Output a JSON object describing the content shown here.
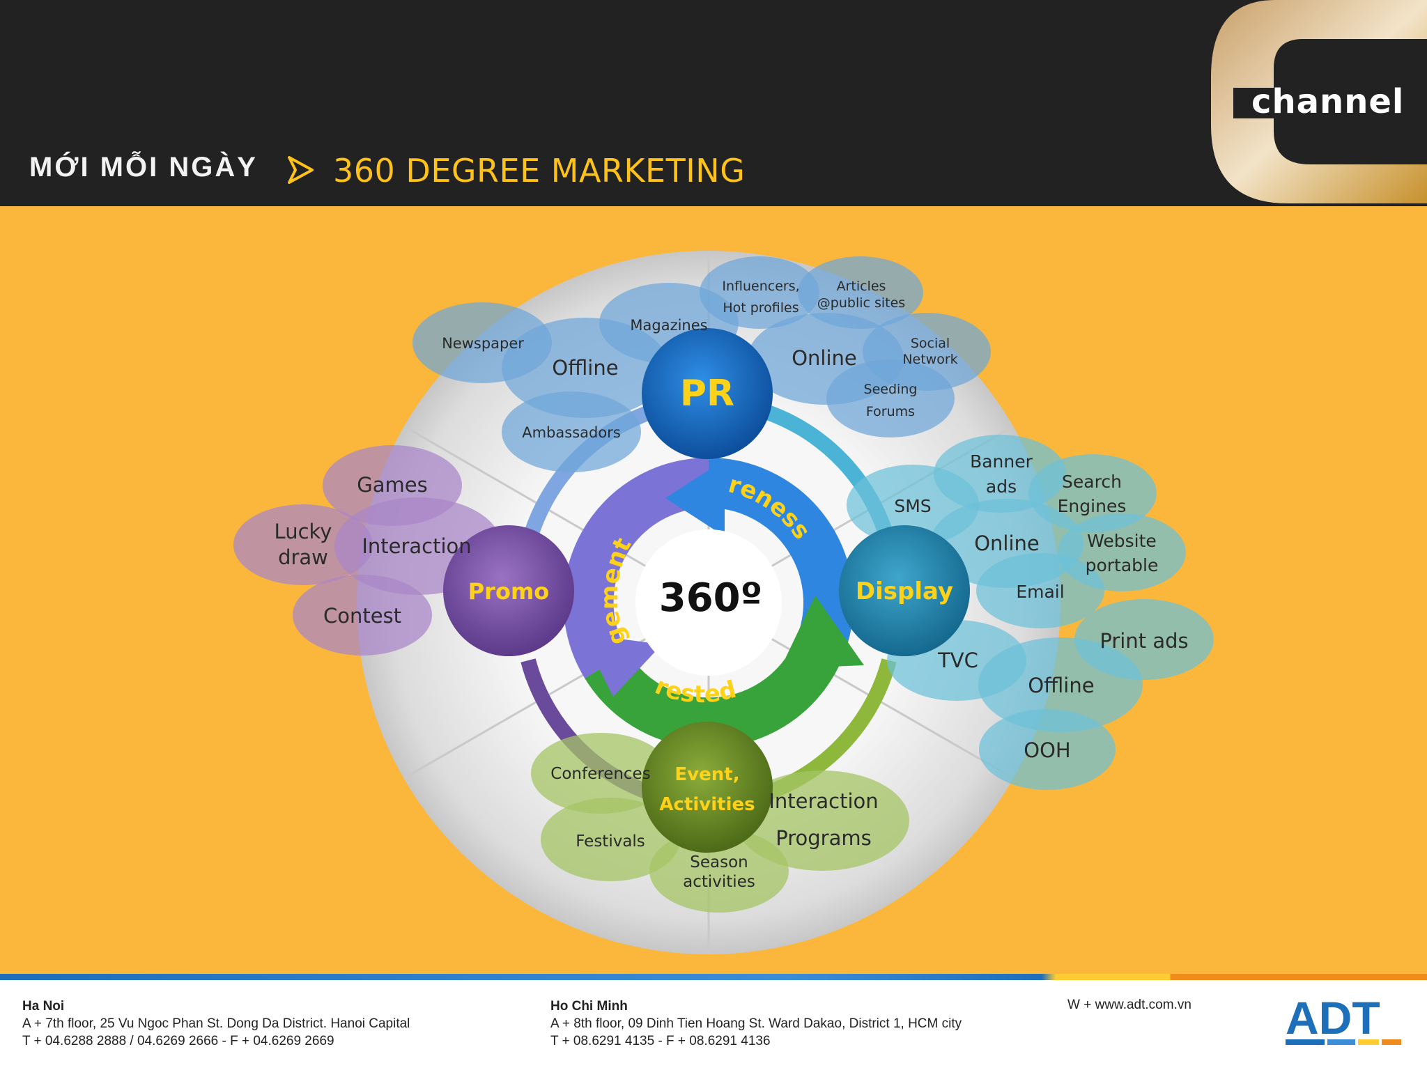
{
  "header": {
    "brand": "Mới mỗi ngày",
    "title": "360 DEGREE MARKETING",
    "logo_text": "CHANNEL"
  },
  "diagram": {
    "center": "360º",
    "cycle": [
      "Awareness",
      "Interested",
      "Engagement"
    ],
    "hubs": {
      "pr": "PR",
      "display": "Display",
      "event_line1": "Event,",
      "event_line2": "Activities",
      "promo": "Promo"
    },
    "pr_items": {
      "newspaper": "Newspaper",
      "offline": "Offline",
      "magazines": "Magazines",
      "influencers_l1": "Influencers,",
      "influencers_l2": "Hot profiles",
      "articles_l1": "Articles",
      "articles_l2": "@public sites",
      "online": "Online",
      "social_l1": "Social",
      "social_l2": "Network",
      "seeding_l1": "Seeding",
      "seeding_l2": "Forums",
      "ambassadors": "Ambassadors"
    },
    "display_items": {
      "sms": "SMS",
      "banner_l1": "Banner",
      "banner_l2": "ads",
      "search_l1": "Search",
      "search_l2": "Engines",
      "online": "Online",
      "website_l1": "Website",
      "website_l2": "portable",
      "email": "Email",
      "print_ads": "Print ads",
      "tvc": "TVC",
      "offline": "Offline",
      "ooh": "OOH"
    },
    "event_items": {
      "conferences": "Conferences",
      "festivals": "Festivals",
      "season_l1": "Season",
      "season_l2": "activities",
      "interaction_l1": "Interaction",
      "interaction_l2": "Programs"
    },
    "promo_items": {
      "games": "Games",
      "lucky_l1": "Lucky",
      "lucky_l2": "draw",
      "interaction": "Interaction",
      "contest": "Contest"
    }
  },
  "footer": {
    "hanoi": {
      "city": "Ha Noi",
      "line1": "A + 7th floor, 25 Vu Ngoc Phan St. Dong Da District. Hanoi Capital",
      "line2": "T + 04.6288 2888 / 04.6269 2666 - F + 04.6269 2669"
    },
    "hcm": {
      "city": "Ho Chi Minh",
      "line1": "A + 8th floor, 09 Dinh Tien Hoang St. Ward Dakao, District 1, HCM city",
      "line2": "T + 08.6291 4135 - F + 08.6291 4136"
    },
    "web": "W + www.adt.com.vn",
    "logo": "ADT"
  },
  "colors": {
    "background": "#fbb73c",
    "header": "#222222",
    "title": "#ffc21a",
    "pr": "#1c6fc4",
    "display": "#2b8fb6",
    "event": "#6b8f2a",
    "promo": "#7c52a8"
  }
}
